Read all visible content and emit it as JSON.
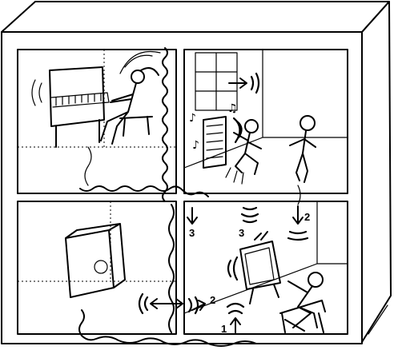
{
  "labels": {
    "path_1": "1",
    "path_2_lower": "2",
    "path_2_upper": "2",
    "path_3_left": "3",
    "path_3_right": "3"
  }
}
